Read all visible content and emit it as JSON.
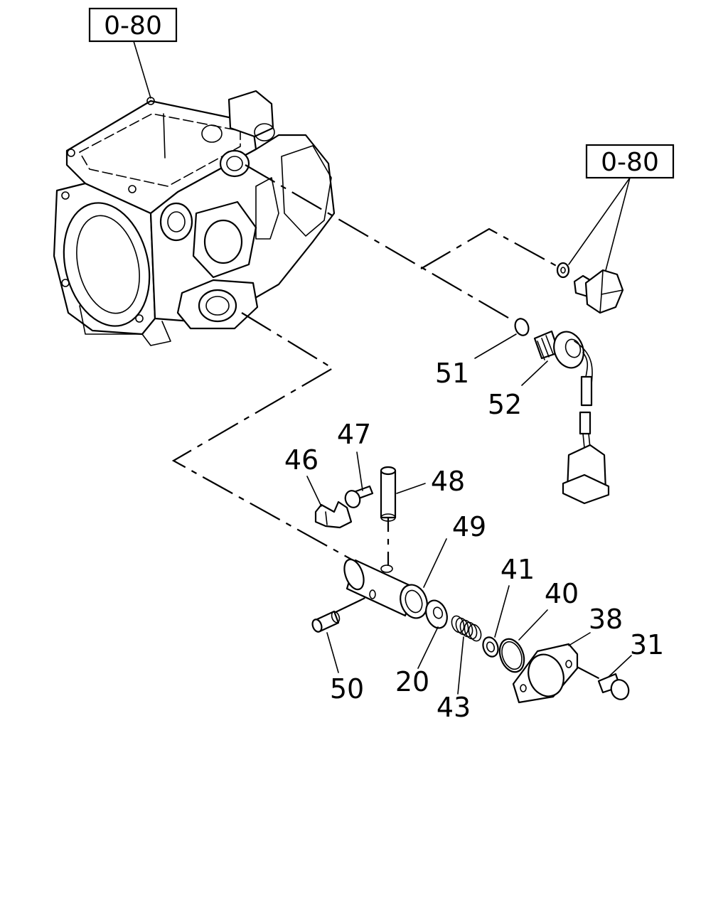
{
  "reference_boxes": [
    {
      "text": "0-80"
    },
    {
      "text": "0-80"
    }
  ],
  "callouts": [
    "31",
    "38",
    "40",
    "41",
    "43",
    "20",
    "50",
    "49",
    "48",
    "47",
    "46",
    "51",
    "52"
  ]
}
